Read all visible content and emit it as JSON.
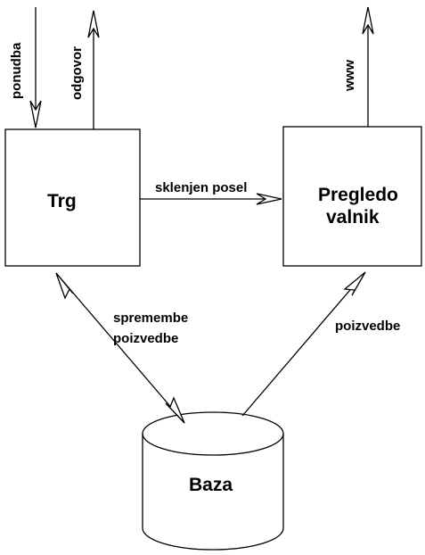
{
  "nodes": {
    "trg": "Trg",
    "pregledovalnik_line1": "Pregledo",
    "pregledovalnik_line2": "valnik",
    "baza": "Baza"
  },
  "edges": {
    "ponudba": "ponudba",
    "odgovor": "odgovor",
    "www": "www",
    "sklenjen_posel": "sklenjen posel",
    "trg_baza_line1": "spremembe",
    "trg_baza_line2": "poizvedbe",
    "baza_pregledovalnik": "poizvedbe"
  },
  "colors": {
    "stroke": "#000000",
    "background": "#ffffff"
  }
}
